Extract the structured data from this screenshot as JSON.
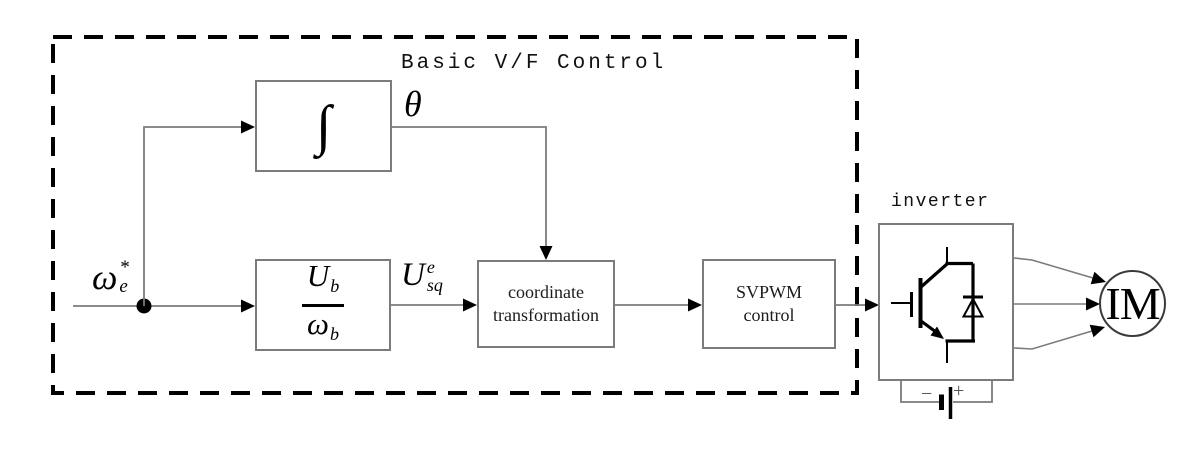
{
  "title": "Basic V/F Control",
  "colors": {
    "ink": "#000000",
    "line_gray": "#7b7b7b",
    "background": "#ffffff"
  },
  "signals": {
    "input": {
      "base": "ω",
      "sup": "*",
      "sub": "e"
    },
    "theta": "θ",
    "usq": {
      "base": "U",
      "sup": "e",
      "sub": "sq"
    }
  },
  "blocks": {
    "integrator": {
      "symbol": "∫"
    },
    "vf_ratio": {
      "num_base": "U",
      "num_sub": "b",
      "den_base": "ω",
      "den_sub": "b"
    },
    "coord": {
      "line1": "coordinate",
      "line2": "transformation"
    },
    "svpwm": {
      "line1": "SVPWM",
      "line2": "control"
    },
    "inverter": {
      "label": "inverter",
      "minus": "−",
      "plus": "+"
    },
    "motor": {
      "label": "IM"
    }
  },
  "symbols": {
    "integrator_icon": "integral-sign",
    "inverter_icon": "igbt-with-antiparallel-diode",
    "battery_icon": "dc-battery",
    "branch_node_icon": "connection-dot",
    "motor_icon": "circle"
  }
}
